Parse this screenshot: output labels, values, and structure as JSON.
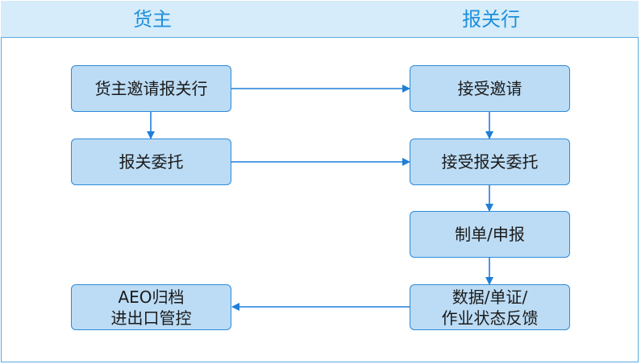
{
  "lanes": {
    "left": "货主",
    "right": "报关行"
  },
  "nodes": {
    "owner_invite": "货主邀请报关行",
    "entrust": "报关委托",
    "archive_line1": "AEO归档",
    "archive_line2": "进出口管控",
    "accept_invite": "接受邀请",
    "accept_entrust": "接受报关委托",
    "prepare_declare": "制单/申报",
    "feedback_line1": "数据/单证/",
    "feedback_line2": "作业状态反馈"
  },
  "colors": {
    "header_bg": "#d6ecfa",
    "lane_title": "#1e8fdc",
    "node_fill": "#bcdcf5",
    "node_border": "#2e8ad8",
    "arrow": "#1e7fd8"
  }
}
